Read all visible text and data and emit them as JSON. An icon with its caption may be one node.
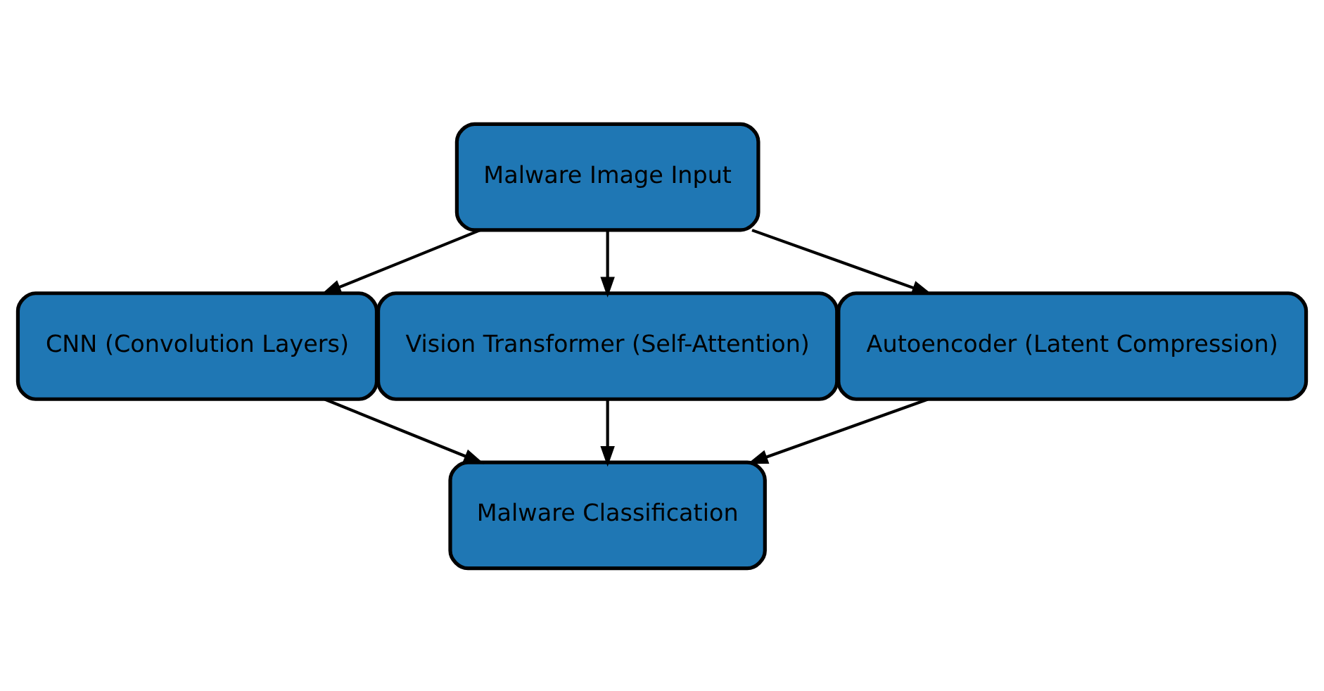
{
  "diagram": {
    "nodes": [
      {
        "text": [
          "Malware Image Input"
        ]
      },
      {
        "text": [
          "CNN (Convolution Layers)"
        ]
      },
      {
        "text": [
          "Vision Transformer (Self-Attention)"
        ]
      },
      {
        "text": [
          "Autoencoder (Latent Compression)"
        ]
      },
      {
        "text": [
          "Malware Classification"
        ]
      }
    ],
    "edges": [
      {
        "from": 0,
        "to": 1,
        "arrow": "to"
      },
      {
        "from": 0,
        "to": 2,
        "arrow": "to"
      },
      {
        "from": 0,
        "to": 3,
        "arrow": "to"
      },
      {
        "from": 1,
        "to": 4,
        "arrow": "to"
      },
      {
        "from": 2,
        "to": 4,
        "arrow": "to"
      },
      {
        "from": 3,
        "to": 4,
        "arrow": "to"
      }
    ]
  }
}
